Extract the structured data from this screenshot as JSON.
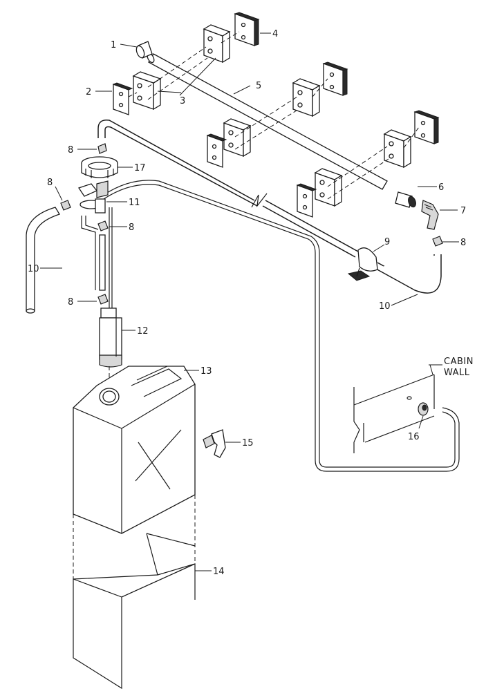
{
  "callouts": [
    {
      "id": "1",
      "text": "1"
    },
    {
      "id": "2",
      "text": "2"
    },
    {
      "id": "3",
      "text": "3"
    },
    {
      "id": "4",
      "text": "4"
    },
    {
      "id": "5",
      "text": "5"
    },
    {
      "id": "6",
      "text": "6"
    },
    {
      "id": "7",
      "text": "7"
    },
    {
      "id": "8a",
      "text": "8"
    },
    {
      "id": "8b",
      "text": "8"
    },
    {
      "id": "8c",
      "text": "8"
    },
    {
      "id": "8d",
      "text": "8"
    },
    {
      "id": "8e",
      "text": "8"
    },
    {
      "id": "9",
      "text": "9"
    },
    {
      "id": "10a",
      "text": "10"
    },
    {
      "id": "10b",
      "text": "10"
    },
    {
      "id": "11",
      "text": "11"
    },
    {
      "id": "12",
      "text": "12"
    },
    {
      "id": "13",
      "text": "13"
    },
    {
      "id": "14",
      "text": "14"
    },
    {
      "id": "15",
      "text": "15"
    },
    {
      "id": "16",
      "text": "16"
    },
    {
      "id": "17",
      "text": "17"
    }
  ],
  "cabin_label": {
    "line1": "CABIN",
    "line2": "WALL"
  }
}
